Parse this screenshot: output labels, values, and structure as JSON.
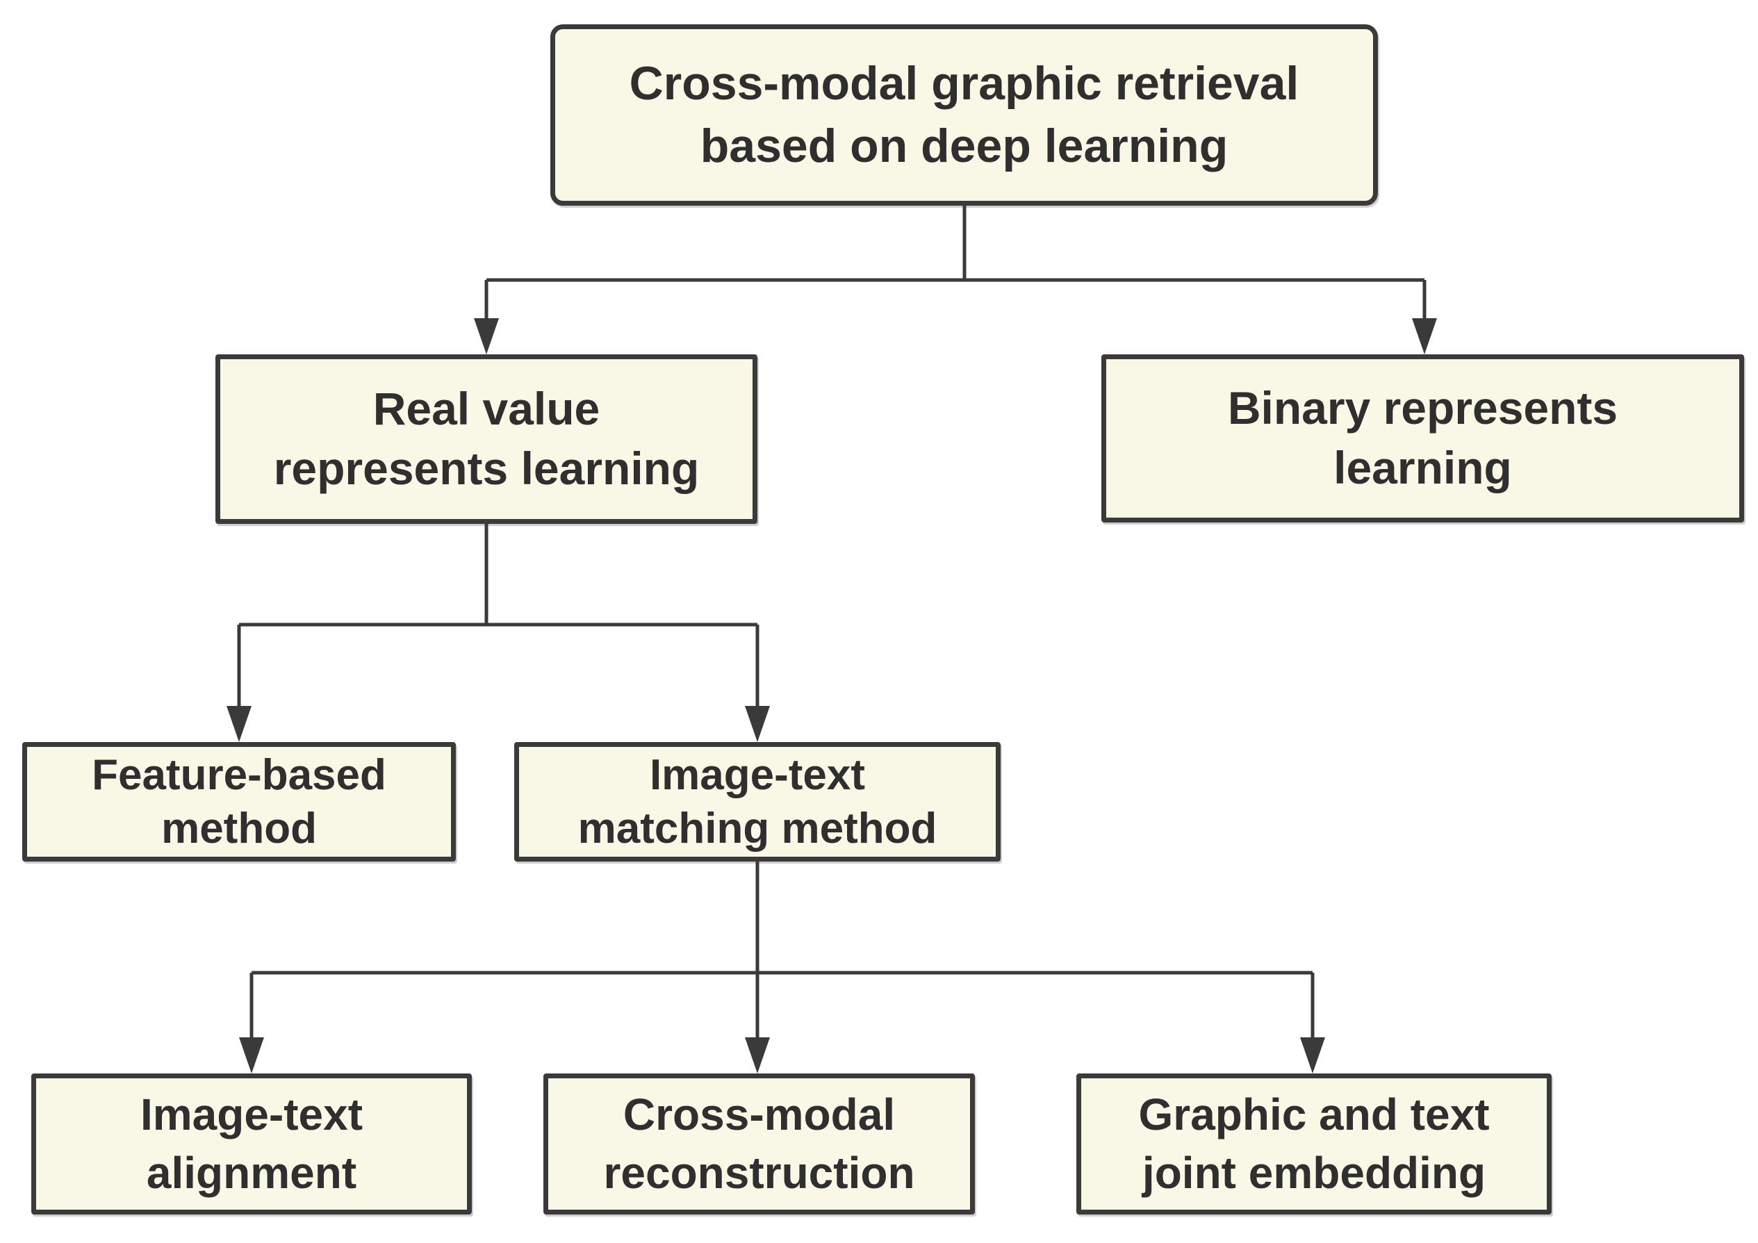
{
  "diagram": {
    "type": "flowchart",
    "title": "Cross-modal graphic retrieval based on deep learning",
    "theme": {
      "background": "#ffffff",
      "box_fill": "#f9f8e7",
      "box_border": "#3a3a3a",
      "line_color": "#3a3a3a",
      "text_color": "#2f2f2f"
    },
    "nodes": {
      "root": {
        "lines": [
          "Cross-modal graphic retrieval",
          "based on deep learning"
        ],
        "children": [
          "real_value",
          "binary"
        ]
      },
      "real_value": {
        "lines": [
          "Real value",
          "represents learning"
        ],
        "children": [
          "feature_based",
          "image_text_matching"
        ]
      },
      "binary": {
        "lines": [
          "Binary represents",
          "learning"
        ],
        "children": []
      },
      "feature_based": {
        "lines": [
          "Feature-based",
          "method"
        ],
        "children": []
      },
      "image_text_matching": {
        "lines": [
          "Image-text",
          "matching method"
        ],
        "children": [
          "image_text_alignment",
          "cross_modal_reconstruction",
          "graphic_text_joint_embedding"
        ]
      },
      "image_text_alignment": {
        "lines": [
          "Image-text",
          "alignment"
        ],
        "children": []
      },
      "cross_modal_reconstruction": {
        "lines": [
          "Cross-modal",
          "reconstruction"
        ],
        "children": []
      },
      "graphic_text_joint_embedding": {
        "lines": [
          "Graphic and text",
          "joint embedding"
        ],
        "children": []
      }
    }
  }
}
